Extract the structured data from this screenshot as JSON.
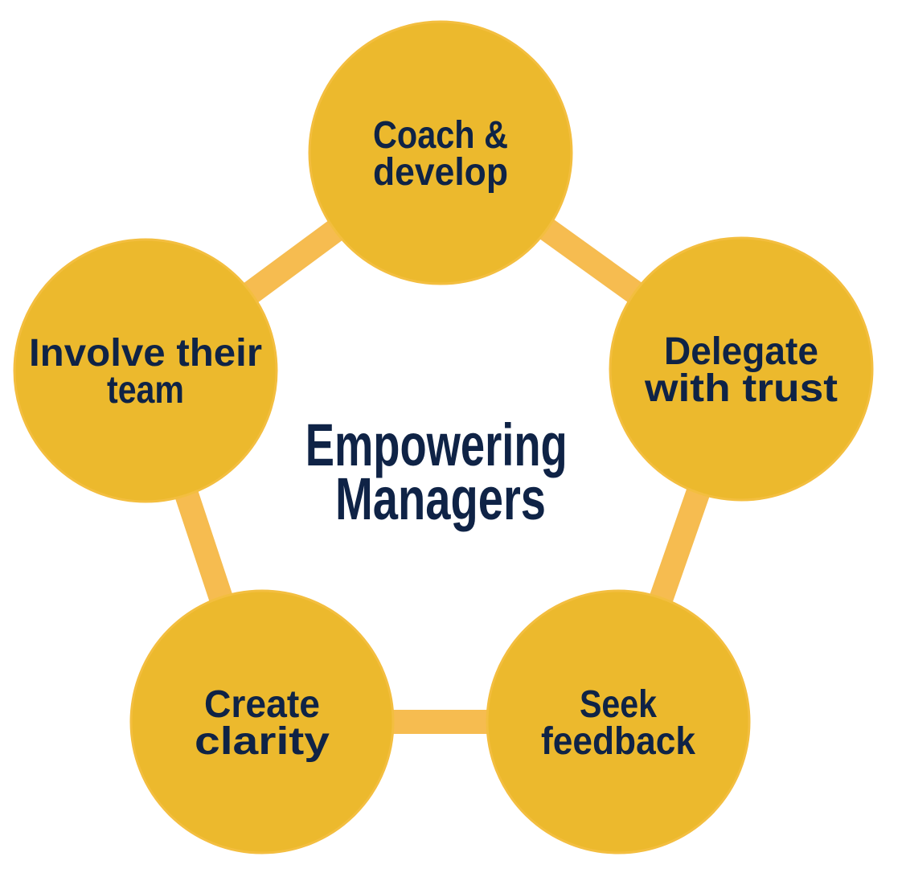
{
  "colors": {
    "node_fill": "#ecb92d",
    "connector": "#f6bc50",
    "text": "#0f2346",
    "background": "#ffffff"
  },
  "center": {
    "title_lines": [
      "Empowering",
      "Managers"
    ]
  },
  "nodes": [
    {
      "id": "coach-develop",
      "lines": [
        "Coach &",
        "develop"
      ]
    },
    {
      "id": "delegate-with-trust",
      "lines": [
        "Delegate",
        "with trust"
      ]
    },
    {
      "id": "seek-feedback",
      "lines": [
        "Seek",
        "feedback"
      ]
    },
    {
      "id": "create-clarity",
      "lines": [
        "Create",
        "clarity"
      ]
    },
    {
      "id": "involve-their-team",
      "lines": [
        "Involve their",
        "team"
      ]
    }
  ]
}
